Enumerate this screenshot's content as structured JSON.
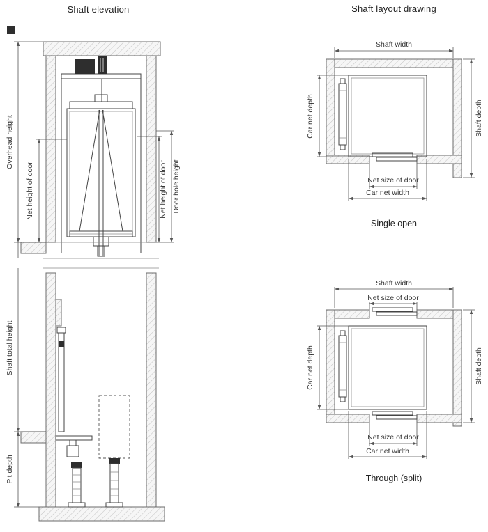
{
  "elevation": {
    "title": "Shaft elevation",
    "labels": {
      "overhead_height": "Overhead height",
      "net_height_of_door_left": "Net height of door",
      "net_height_of_door_right": "Net height of door",
      "door_hole_height": "Door hole height",
      "shaft_total_height": "Shaft total height",
      "pit_depth": "Pit depth"
    }
  },
  "layout": {
    "title": "Shaft layout drawing",
    "single": {
      "caption": "Single open",
      "labels": {
        "shaft_width": "Shaft width",
        "car_net_depth": "Car net depth",
        "shaft_depth": "Shaft depth",
        "net_size_of_door": "Net size of door",
        "car_net_width": "Car net width"
      }
    },
    "through": {
      "caption": "Through (split)",
      "labels": {
        "shaft_width": "Shaft width",
        "net_size_of_door_top": "Net size of door",
        "car_net_depth": "Car net depth",
        "shaft_depth": "Shaft depth",
        "net_size_of_door_bottom": "Net size of door",
        "car_net_width": "Car net width"
      }
    }
  },
  "colors": {
    "background": "#ffffff",
    "drawing_line": "#444444",
    "dimension_line": "#555555",
    "wall_hatch": "#c4c4c4",
    "dark_fill": "#2e2e2e",
    "text": "#333333"
  }
}
